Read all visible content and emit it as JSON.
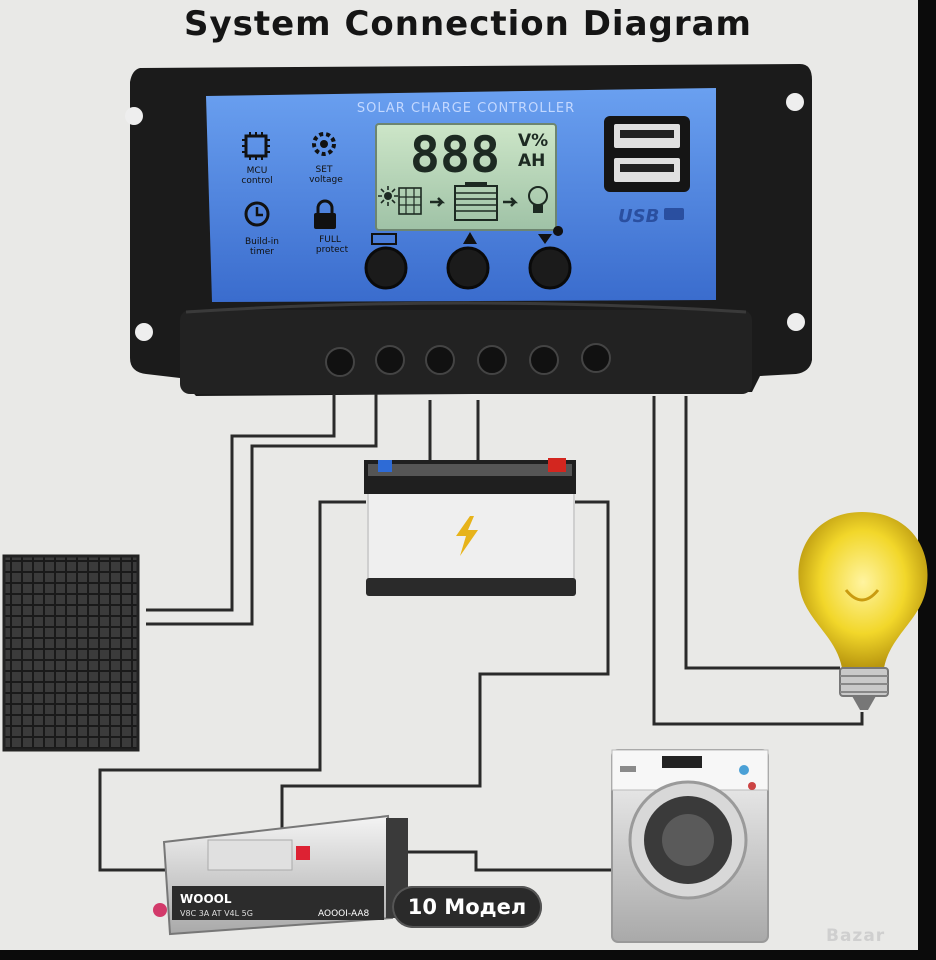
{
  "title": "System Connection Diagram",
  "controller": {
    "panel_title": "SOLAR CHARGE CONTROLLER",
    "lcd_digits": "888",
    "lcd_units_top": "V%",
    "lcd_units_bottom": "AH",
    "usb_label": "USB",
    "features": [
      {
        "icon": "chip-icon",
        "line1": "MCU",
        "line2": "control"
      },
      {
        "icon": "gear-icon",
        "line1": "SET",
        "line2": "voltage"
      },
      {
        "icon": "clock-icon",
        "line1": "Build-in",
        "line2": "timer"
      },
      {
        "icon": "lock-icon",
        "line1": "FULL",
        "line2": "protect"
      }
    ],
    "button_icons": [
      "battery-icon",
      "warning-icon",
      "load-icon"
    ]
  },
  "inverter": {
    "brand": "WOOOL",
    "model_text": "AOOOI-AA8",
    "spec_text": "V8C 3A AT V4L 5G"
  },
  "badge_text": "10 Модел",
  "watermark": "Bazar",
  "colors": {
    "panel_blue": "#5a8ee6",
    "housing": "#1a1a1a",
    "bulb_yellow": "#f2d72a",
    "wire": "#2a2a2a",
    "background": "#e9e9e7"
  }
}
